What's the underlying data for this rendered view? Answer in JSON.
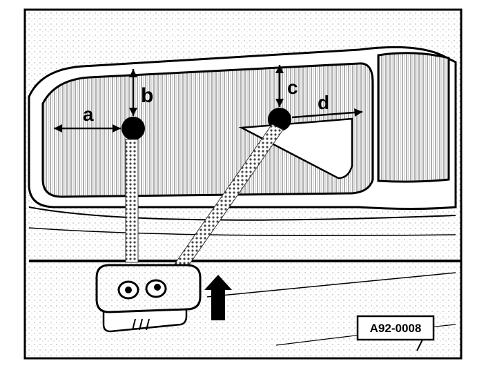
{
  "labels": {
    "a": "a",
    "b": "b",
    "c": "c",
    "d": "d"
  },
  "reference_code": "A92-0008",
  "colors": {
    "ink": "#000000",
    "paper": "#ffffff",
    "hatch": "#555555"
  }
}
